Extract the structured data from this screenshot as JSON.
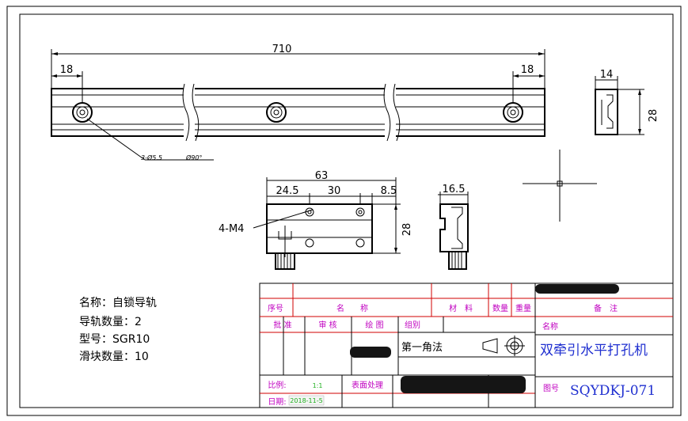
{
  "dimensions": {
    "overall_length": "710",
    "end_left": "18",
    "end_right": "18",
    "hole_callout": "3-Ø5.5",
    "countersink": "Ø90°",
    "rail_width": "14",
    "rail_height": "28",
    "block_length": "63",
    "block_offset_left": "24.5",
    "block_hole_pitch": "30",
    "block_offset_right": "8.5",
    "block_height": "28",
    "block_thread": "4-M4",
    "block_side_width": "16.5"
  },
  "spec": {
    "name": "名称：自锁导轨",
    "rail_qty": "导轨数量：2",
    "model": "型号：SGR10",
    "slider_qty": "滑块数量：10"
  },
  "title_block": {
    "col_seq": "序号",
    "col_name": "名　　称",
    "col_material": "材　料",
    "col_qty": "数量",
    "col_weight": "重量",
    "col_remark": "备　注",
    "row_approve": "批 准",
    "row_review": "审 核",
    "row_draw": "绘 图",
    "row_group": "组别",
    "projection": "第一角法",
    "name_label": "名称",
    "part_name": "双牵引水平打孔机",
    "scale_label": "比例:",
    "scale_value": "1:1",
    "surface_label": "表面处理",
    "date_label": "日期:",
    "date_value": "2018-11-5",
    "drawing_no_label": "图号",
    "drawing_no": "SQYDKJ-071"
  }
}
